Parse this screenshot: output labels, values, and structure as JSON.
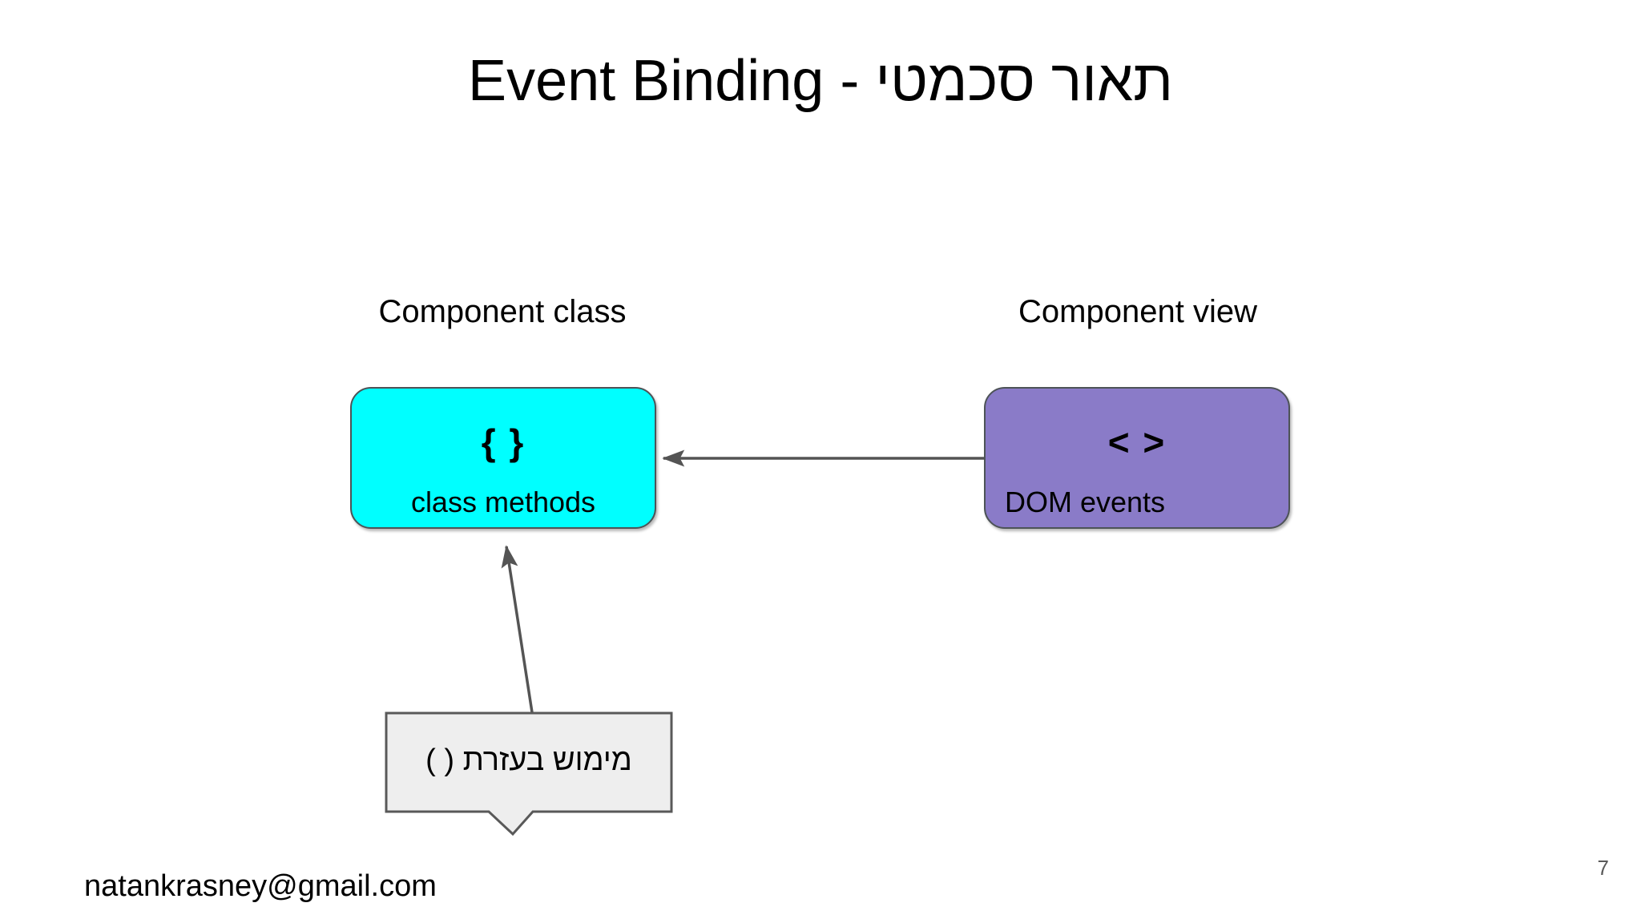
{
  "slide": {
    "title": "Event Binding - תאור סכמטי",
    "page_number": "7",
    "footer_email": "natankrasney@gmail.com",
    "background_color": "#ffffff"
  },
  "captions": {
    "left": "Component class",
    "right": "Component view"
  },
  "boxes": [
    {
      "id": "component-class",
      "glyph": "{ }",
      "sublabel": "class methods",
      "fill_color": "#00ffff",
      "border_color": "#4d5357"
    },
    {
      "id": "component-view",
      "glyph": "< >",
      "sublabel": "DOM events",
      "fill_color": "#8a7bc8",
      "border_color": "#4d5357"
    }
  ],
  "callout": {
    "text": "מימוש בעזרת ( )",
    "fill_color": "#eeeeee",
    "border_color": "#595959"
  },
  "connectors": {
    "color": "#545454",
    "horizontal_label": "",
    "diagonal_label": ""
  }
}
